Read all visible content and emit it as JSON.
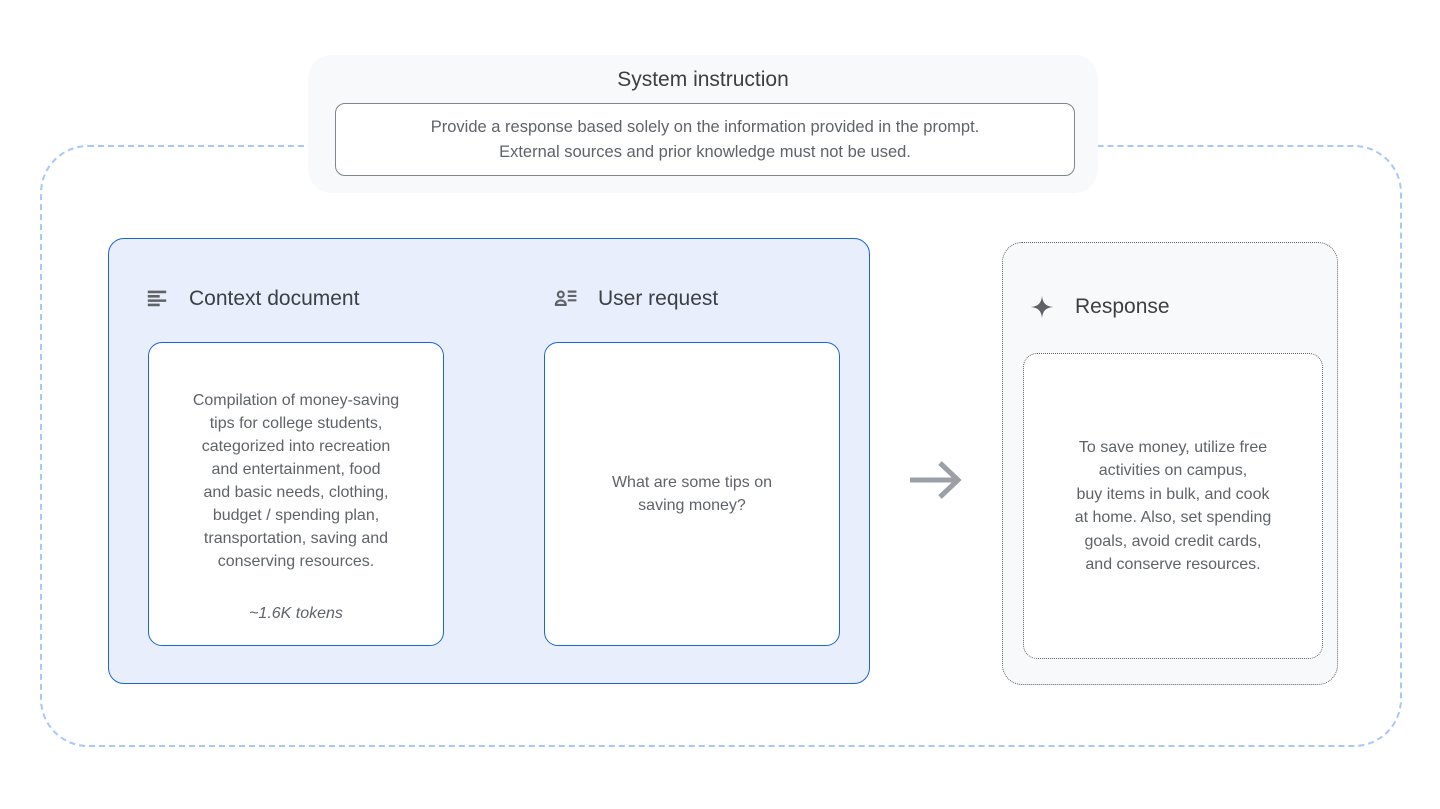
{
  "system_instruction": {
    "title": "System instruction",
    "body": [
      "Provide a response based solely on the information provided in the prompt.",
      "External sources and prior knowledge must not be used."
    ]
  },
  "prompt": {
    "context_document": {
      "label": "Context document",
      "body": [
        "Compilation of money-saving",
        "tips for college students,",
        "categorized into recreation",
        "and entertainment, food",
        "and basic needs, clothing,",
        "budget / spending plan,",
        "transportation, saving and",
        "conserving resources."
      ],
      "tokens_note": "~1.6K tokens"
    },
    "user_request": {
      "label": "User request",
      "body": [
        "What are some tips on",
        "saving money?"
      ]
    }
  },
  "response": {
    "label": "Response",
    "body": [
      "To save money, utilize free",
      "activities on campus,",
      "buy items in bulk, and cook",
      "at home. Also, set spending",
      "goals, avoid credit cards,",
      "and conserve resources."
    ]
  },
  "icons": {
    "context_document": "subject-lines-icon",
    "user_request": "person-list-icon",
    "response": "sparkle-icon",
    "flow": "right-arrow-icon"
  },
  "colors": {
    "blue_border": "#1967d2",
    "blue_fill": "#e8eefc",
    "outer_dashed_blue": "#a8c7fa",
    "panel_gray": "#f8f9fa",
    "dotted_gray": "#5f6368",
    "heading_text": "#3c4043",
    "body_text": "#5f6368",
    "arrow_gray": "#9aa0a6"
  }
}
